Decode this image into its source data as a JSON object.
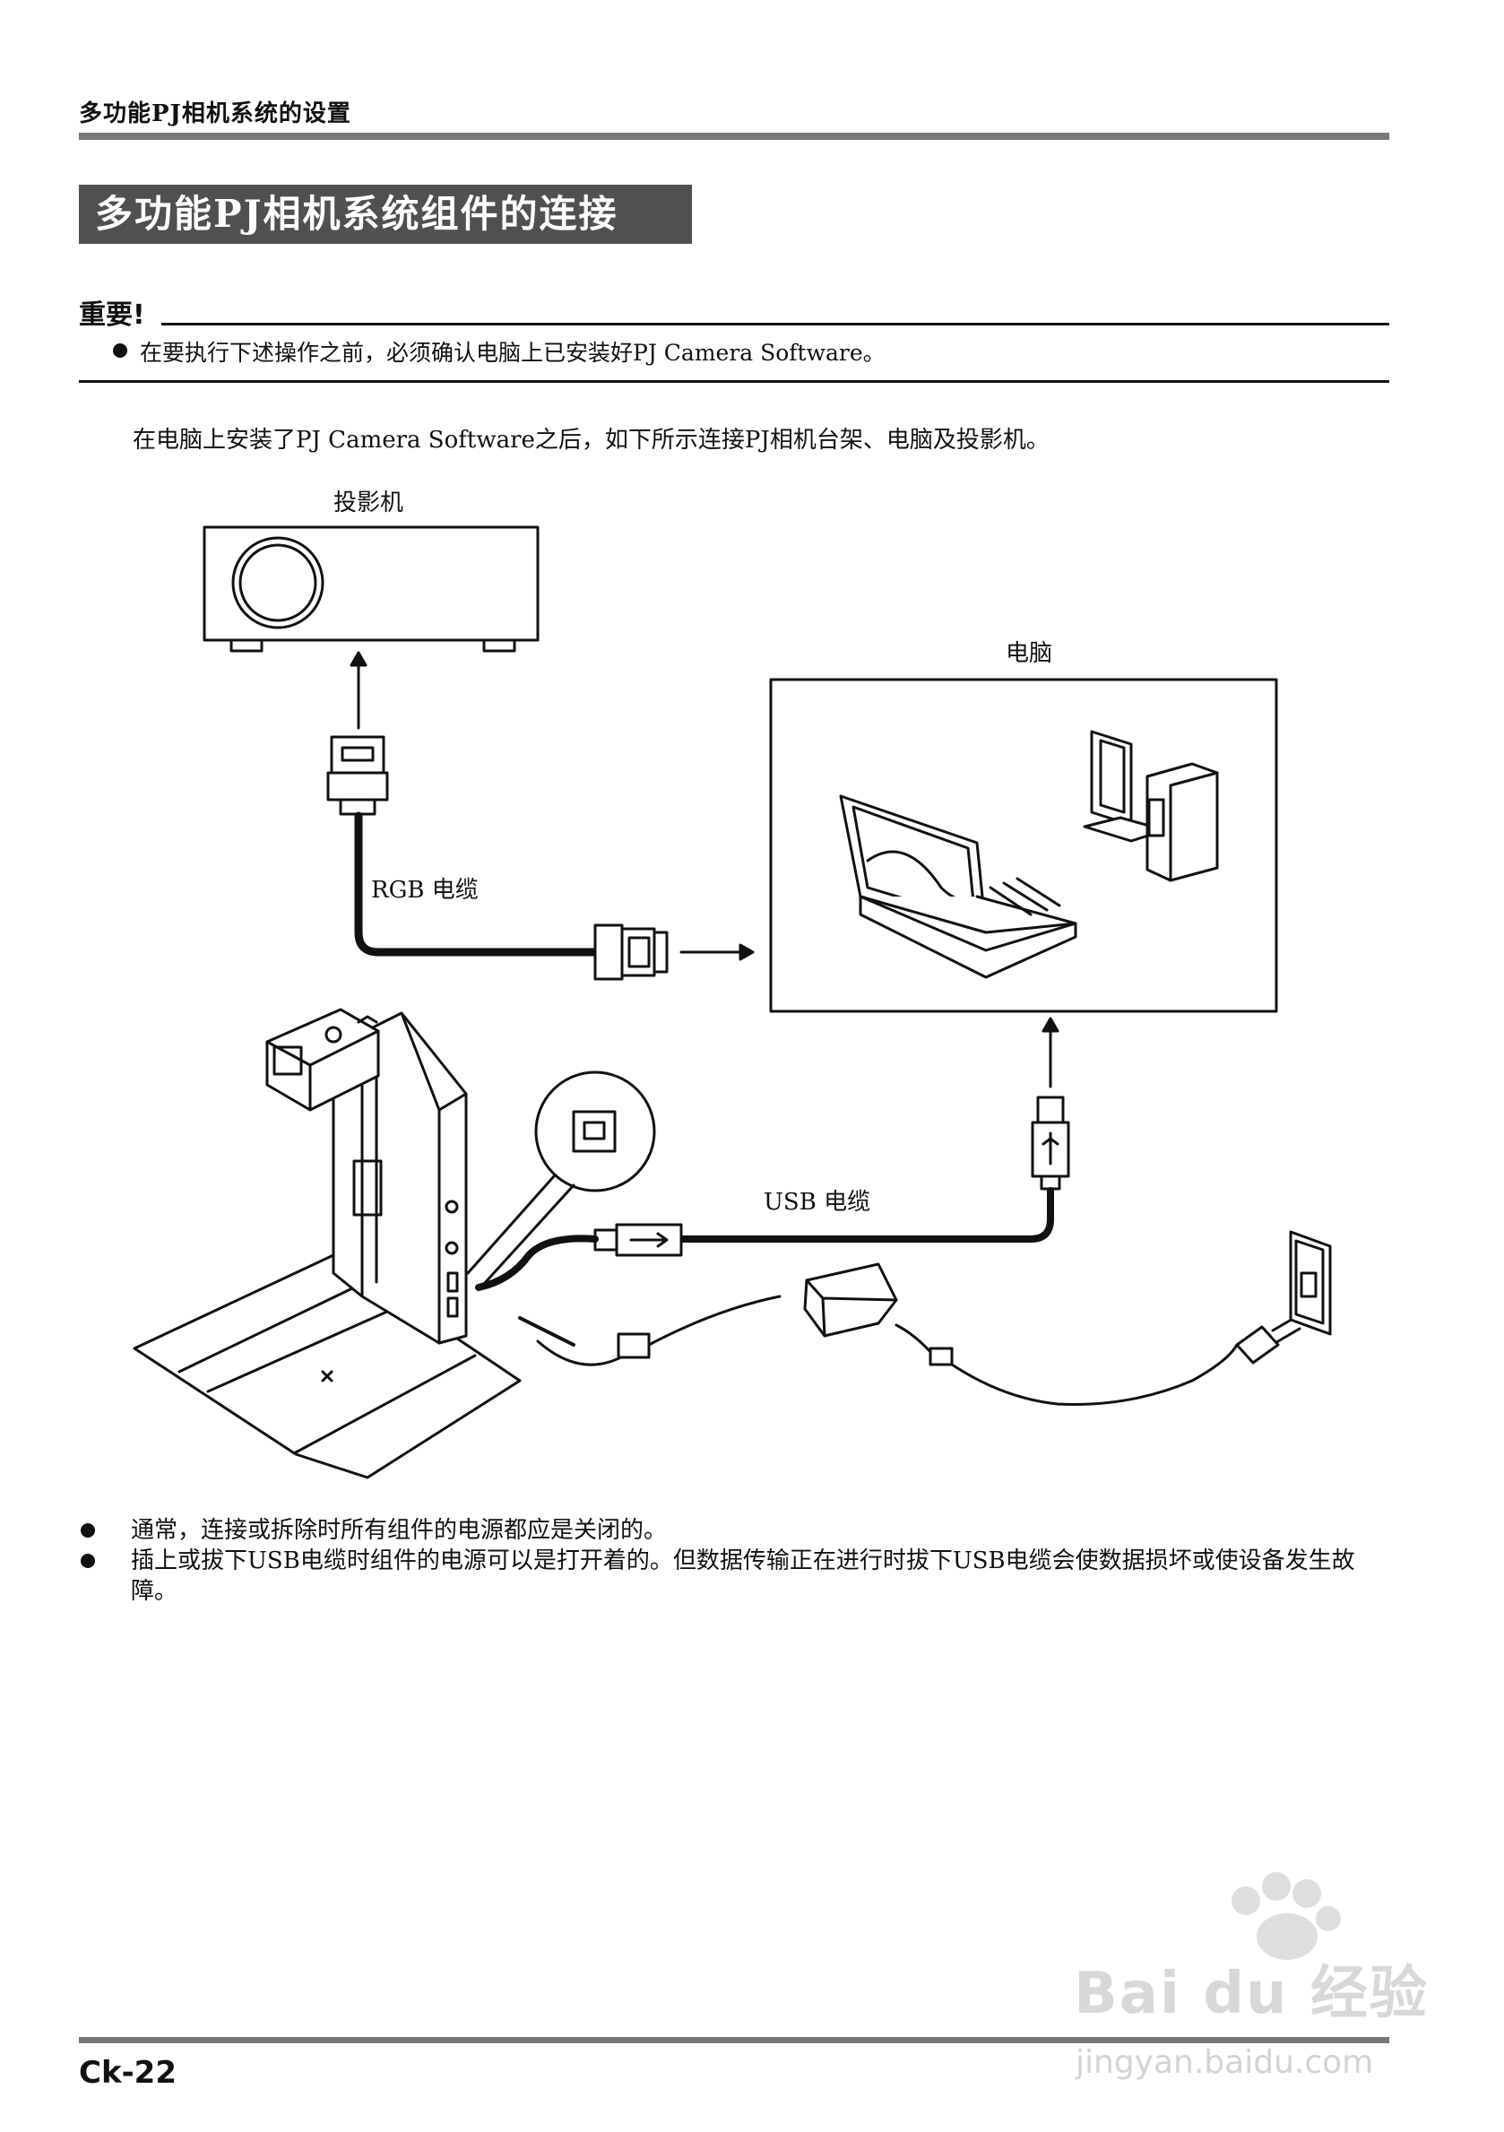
{
  "header": {
    "section_title": "多功能PJ相机系统的设置"
  },
  "title": "多功能PJ相机系统组件的连接",
  "important": {
    "label": "重要!",
    "note": "在要执行下述操作之前，必须确认电脑上已安装好PJ Camera Software。"
  },
  "intro": "在电脑上安装了PJ Camera Software之后，如下所示连接PJ相机台架、电脑及投影机。",
  "diagram": {
    "projector_label": "投影机",
    "computer_label": "电脑",
    "rgb_cable_label": "RGB 电缆",
    "usb_cable_label": "USB 电缆"
  },
  "bullets": [
    "通常，连接或拆除时所有组件的电源都应是关闭的。",
    "插上或拔下USB电缆时组件的电源可以是打开着的。但数据传输正在进行时拔下USB电缆会使数据损坏或使设备发生故障。"
  ],
  "footer": {
    "page_number": "Ck-22"
  },
  "watermark": {
    "main": "Bai du 经验",
    "url": "jingyan.baidu.com"
  }
}
